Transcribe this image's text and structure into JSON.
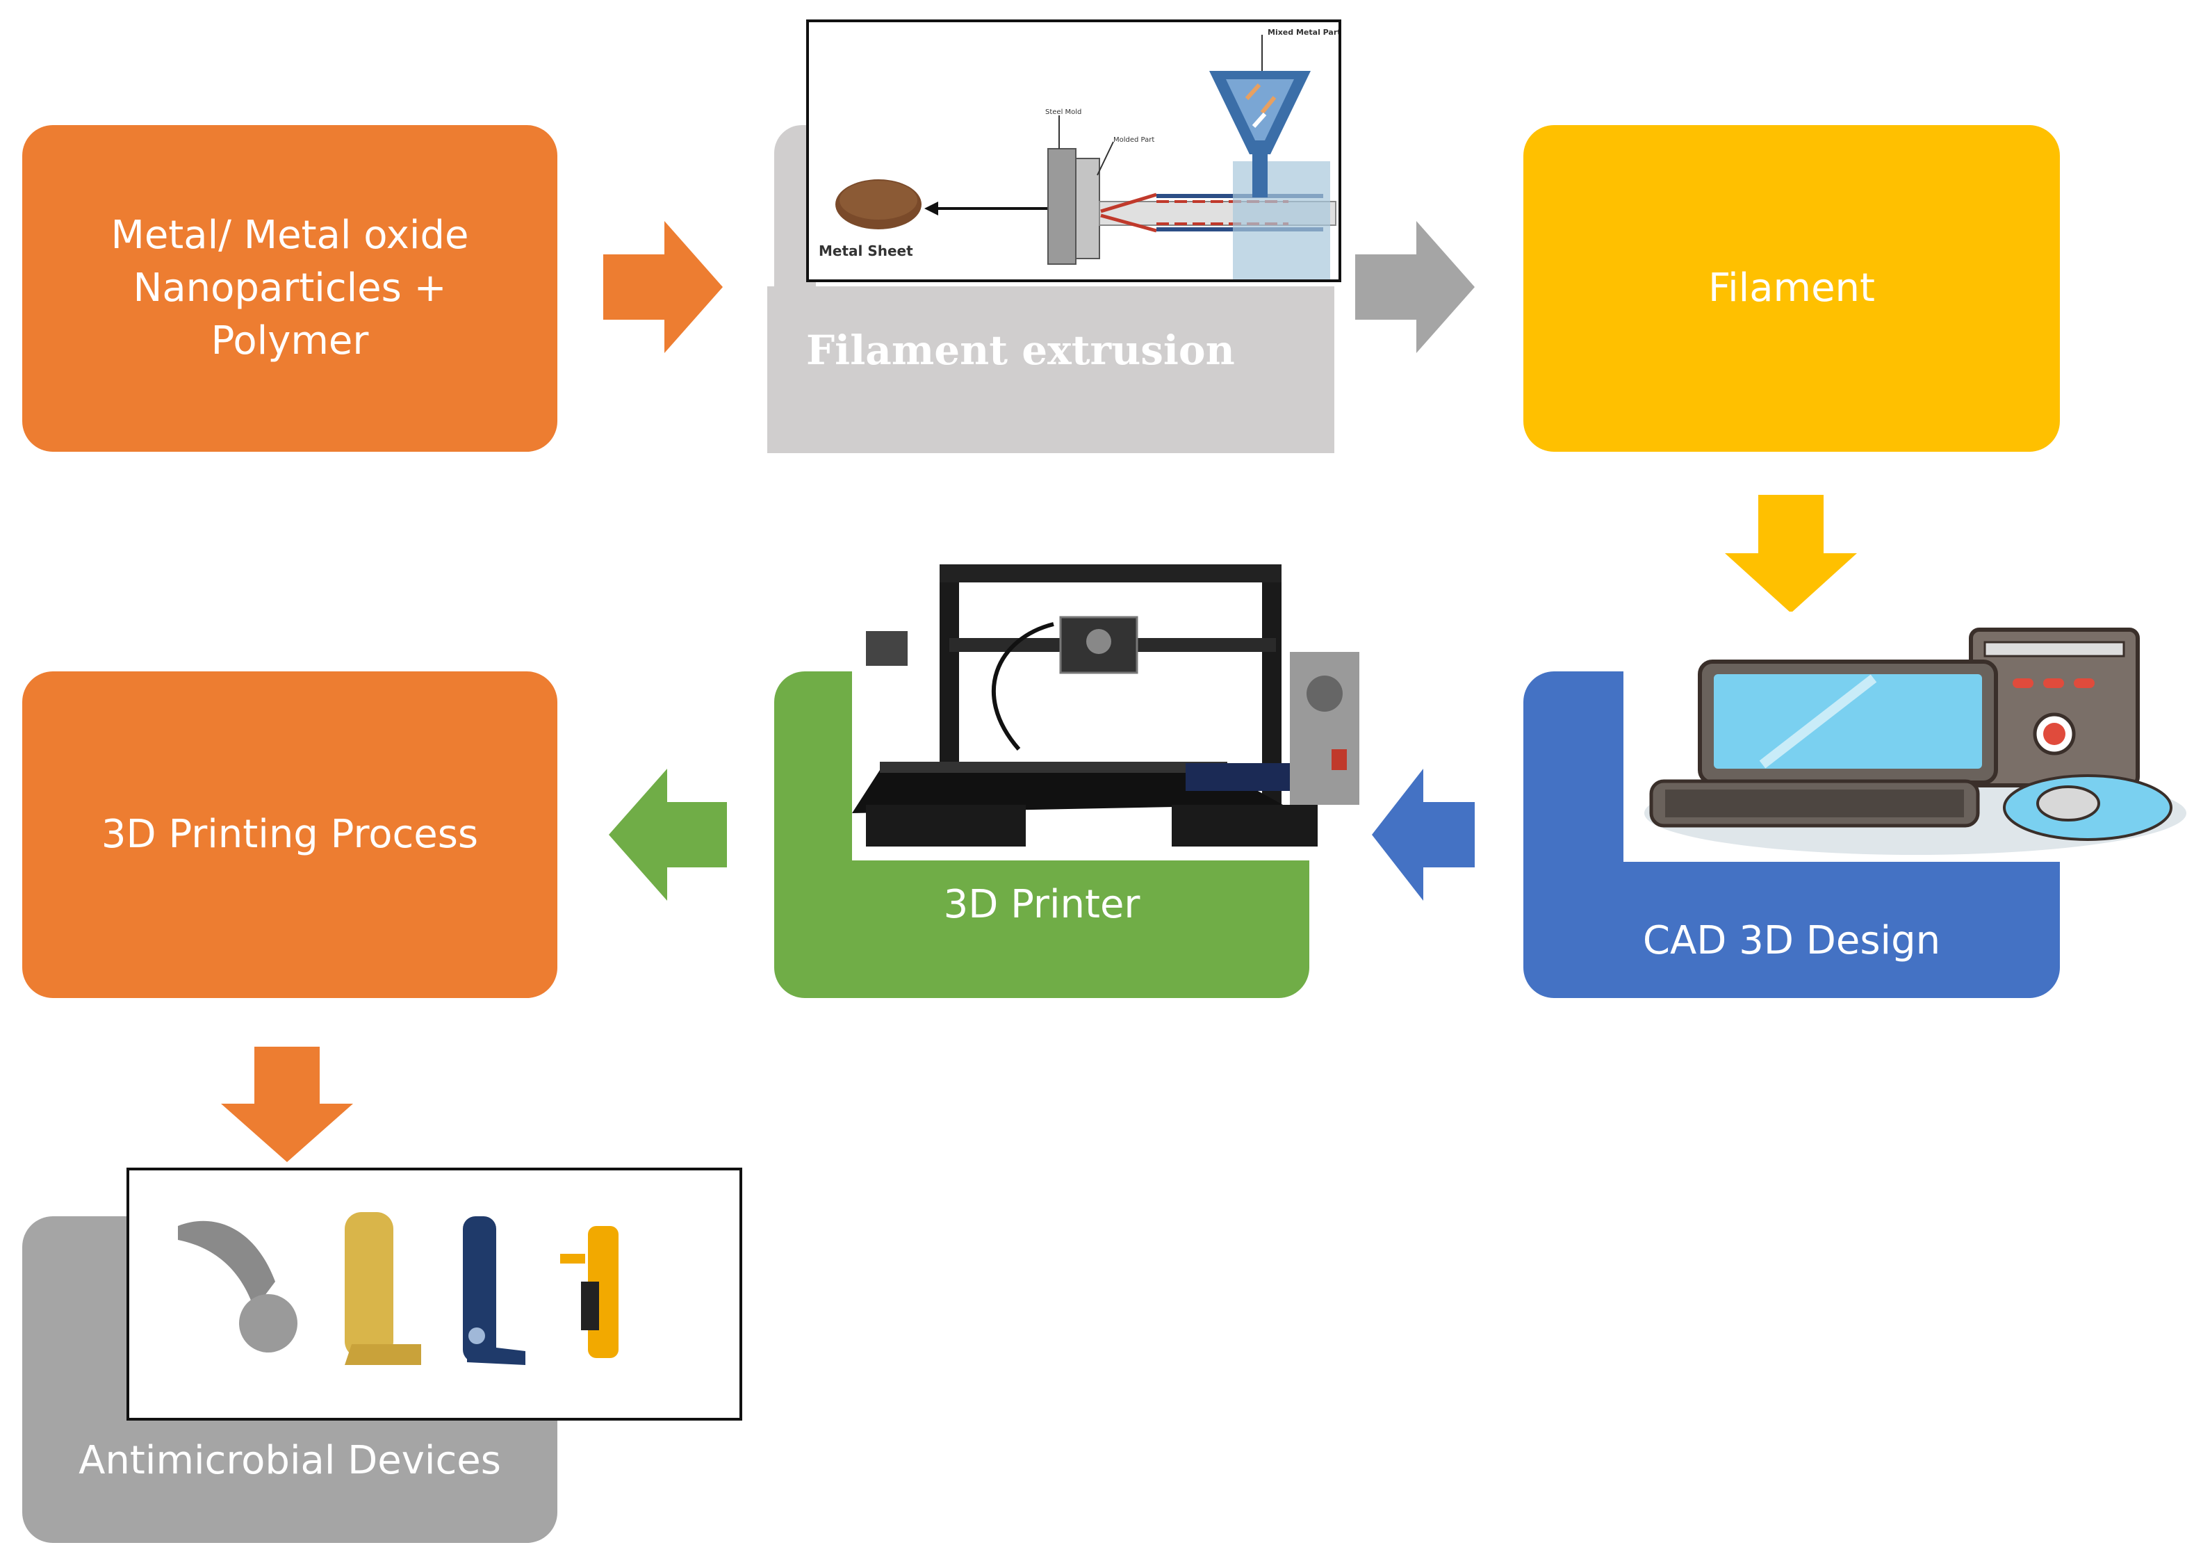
{
  "steps": {
    "materials": "Metal/ Metal oxide Nanoparticles + Polymer",
    "extrusion": "Filament extrusion",
    "filament": "Filament",
    "cad": "CAD 3D Design",
    "printer": "3D Printer",
    "process": "3D Printing Process",
    "devices": "Antimicrobial Devices"
  },
  "extrusion_diagram": {
    "hopper_label": "Mixed Metal Particles",
    "steel_label": "Steel Mold",
    "part_label": "Molded Part",
    "sheet_label": "Metal Sheet"
  },
  "colors": {
    "orange": "#ED7D31",
    "gray": "#A5A5A5",
    "light_gray": "#D0CECE",
    "yellow": "#FFC000",
    "blue": "#4472C4",
    "green": "#70AD47"
  },
  "icons": [
    "right-arrow-icon",
    "down-arrow-icon",
    "left-arrow-icon",
    "computer-icon",
    "3d-printer-icon",
    "prosthesis-icon"
  ]
}
